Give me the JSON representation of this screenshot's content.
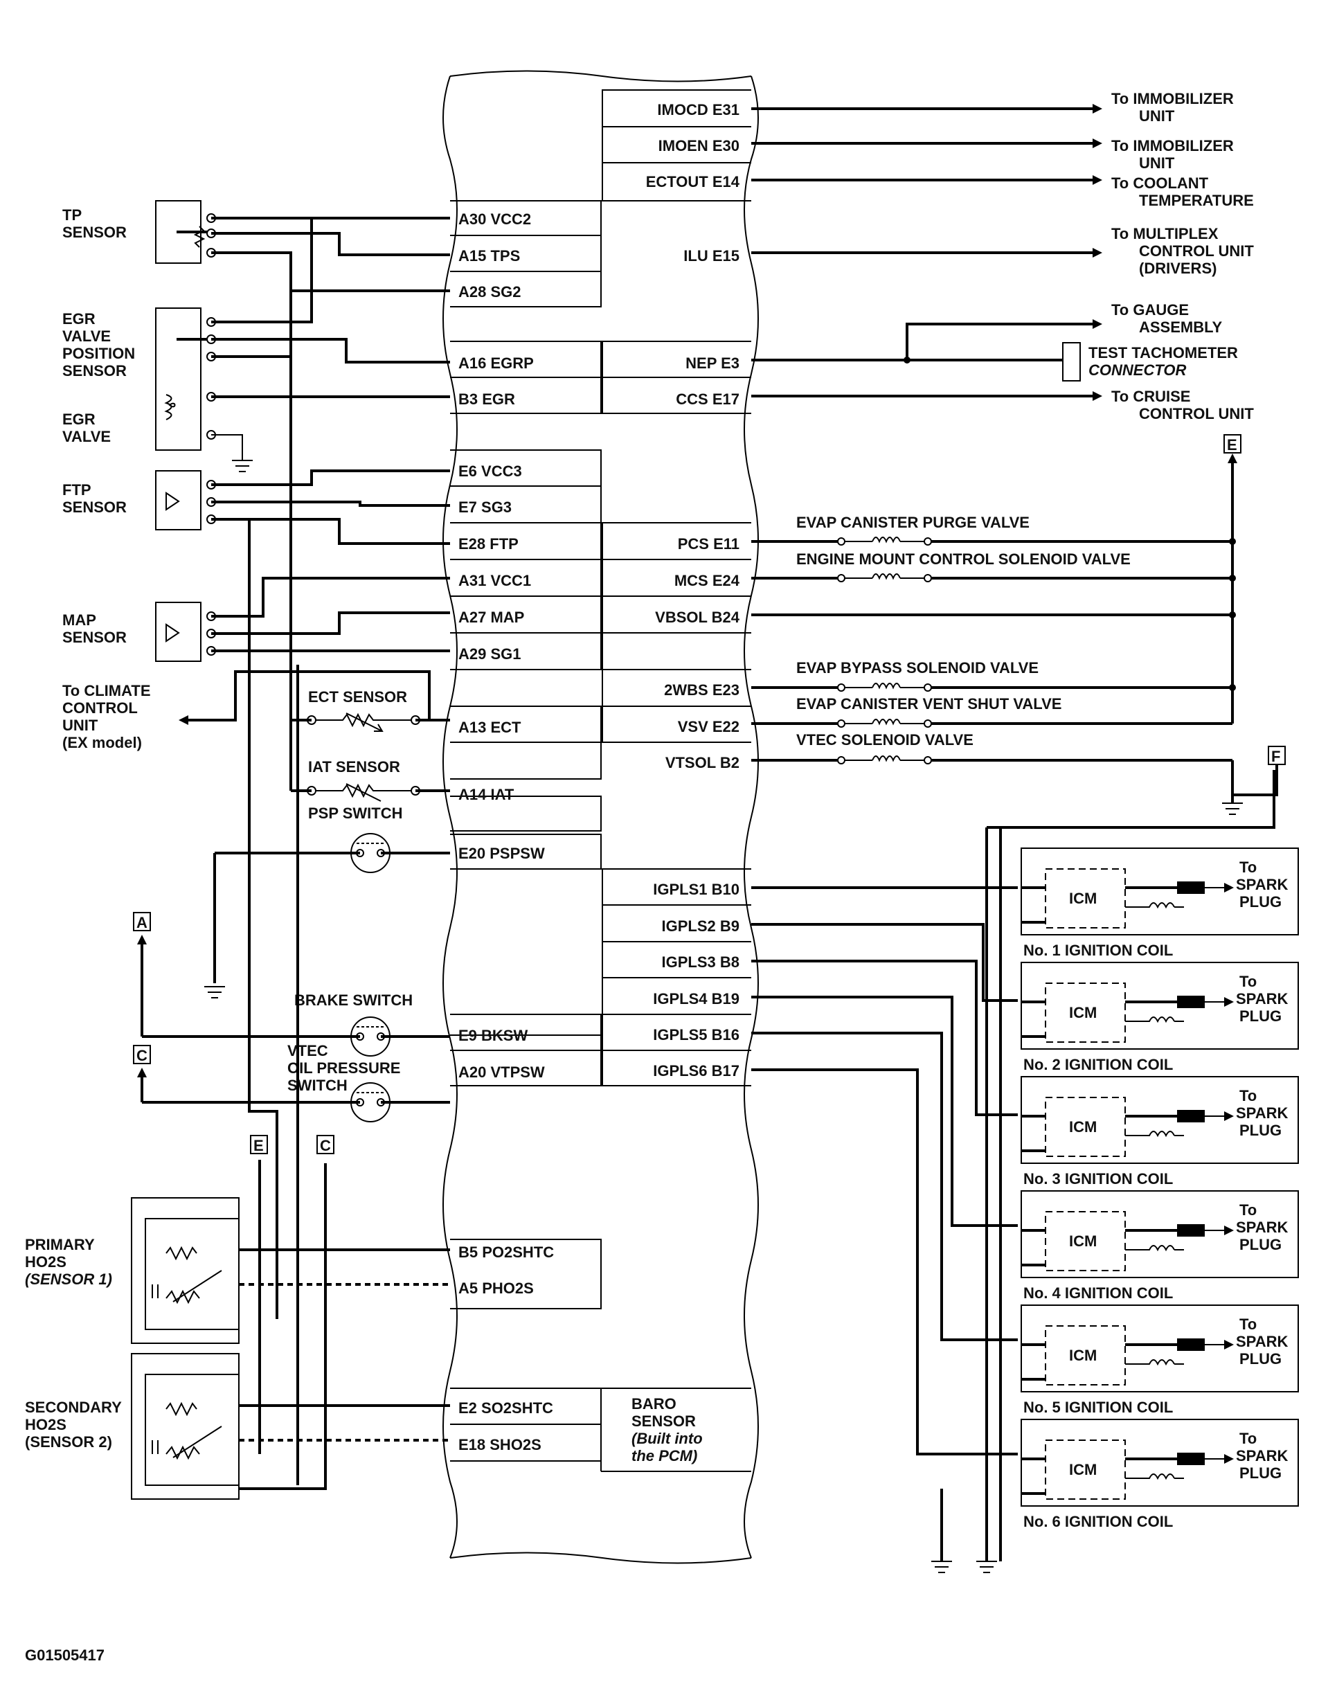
{
  "footer_code": "G01505417",
  "left_components": {
    "tp_sensor": [
      "TP",
      "SENSOR"
    ],
    "egr_position": [
      "EGR",
      "VALVE",
      "POSITION",
      "SENSOR"
    ],
    "egr_valve": [
      "EGR",
      "VALVE"
    ],
    "ftp_sensor": [
      "FTP",
      "SENSOR"
    ],
    "map_sensor": [
      "MAP",
      "SENSOR"
    ],
    "climate": [
      "To CLIMATE",
      "CONTROL",
      "UNIT",
      "(EX model)"
    ],
    "ect_sensor": "ECT SENSOR",
    "iat_sensor": "IAT SENSOR",
    "psp_switch": "PSP SWITCH",
    "brake_switch": "BRAKE SWITCH",
    "vtec_switch": [
      "VTEC",
      "OIL PRESSURE",
      "SWITCH"
    ],
    "primary_ho2s": [
      "PRIMARY",
      "HO2S",
      "(SENSOR 1)"
    ],
    "secondary_ho2s": [
      "SECONDARY",
      "HO2S",
      "(SENSOR 2)"
    ]
  },
  "pcm_left_pins": [
    "A30 VCC2",
    "A15 TPS",
    "A28 SG2",
    "A16 EGRP",
    "B3 EGR",
    "E6 VCC3",
    "E7 SG3",
    "E28 FTP",
    "A31 VCC1",
    "A27 MAP",
    "A29 SG1",
    "A13 ECT",
    "A14 IAT",
    "E20 PSPSW",
    "E9 BKSW",
    "A20 VTPSW",
    "B5 PO2SHTC",
    "A5 PHO2S",
    "E2 SO2SHTC",
    "E18 SHO2S"
  ],
  "pcm_right_pins": [
    "IMOCD E31",
    "IMOEN E30",
    "ECTOUT E14",
    "ILU E15",
    "NEP E3",
    "CCS E17",
    "PCS E11",
    "MCS E24",
    "VBSOL B24",
    "2WBS E23",
    "VSV E22",
    "VTSOL B2",
    "IGPLS1 B10",
    "IGPLS2 B9",
    "IGPLS3 B8",
    "IGPLS4 B19",
    "IGPLS5 B16",
    "IGPLS6 B17"
  ],
  "baro": [
    "BARO",
    "SENSOR",
    "(Built into",
    "the PCM)"
  ],
  "right_destinations": {
    "imocd": [
      "To IMMOBILIZER",
      "UNIT"
    ],
    "imoen": [
      "To IMMOBILIZER",
      "UNIT"
    ],
    "ectout": [
      "To COOLANT",
      "TEMPERATURE"
    ],
    "ilu": [
      "To MULTIPLEX",
      "CONTROL UNIT",
      "(DRIVERS)"
    ],
    "gauge": [
      "To GAUGE",
      "ASSEMBLY"
    ],
    "tach": [
      "TEST TACHOMETER",
      "CONNECTOR"
    ],
    "cruise": [
      "To CRUISE",
      "CONTROL UNIT"
    ]
  },
  "valves": [
    "EVAP CANISTER PURGE VALVE",
    "ENGINE MOUNT CONTROL SOLENOID VALVE",
    "EVAP BYPASS SOLENOID VALVE",
    "EVAP CANISTER VENT SHUT VALVE",
    "VTEC SOLENOID VALVE"
  ],
  "connector_labels": {
    "e_right": "E",
    "f_right": "F",
    "a_left": "A",
    "c_left": "C",
    "e_bottom": "E",
    "c_bottom": "C"
  },
  "coils": {
    "icm": "ICM",
    "spark": [
      "To",
      "SPARK",
      "PLUG"
    ],
    "names": [
      "No. 1 IGNITION COIL",
      "No. 2 IGNITION COIL",
      "No. 3 IGNITION COIL",
      "No. 4 IGNITION COIL",
      "No. 5 IGNITION COIL",
      "No. 6 IGNITION COIL"
    ]
  }
}
